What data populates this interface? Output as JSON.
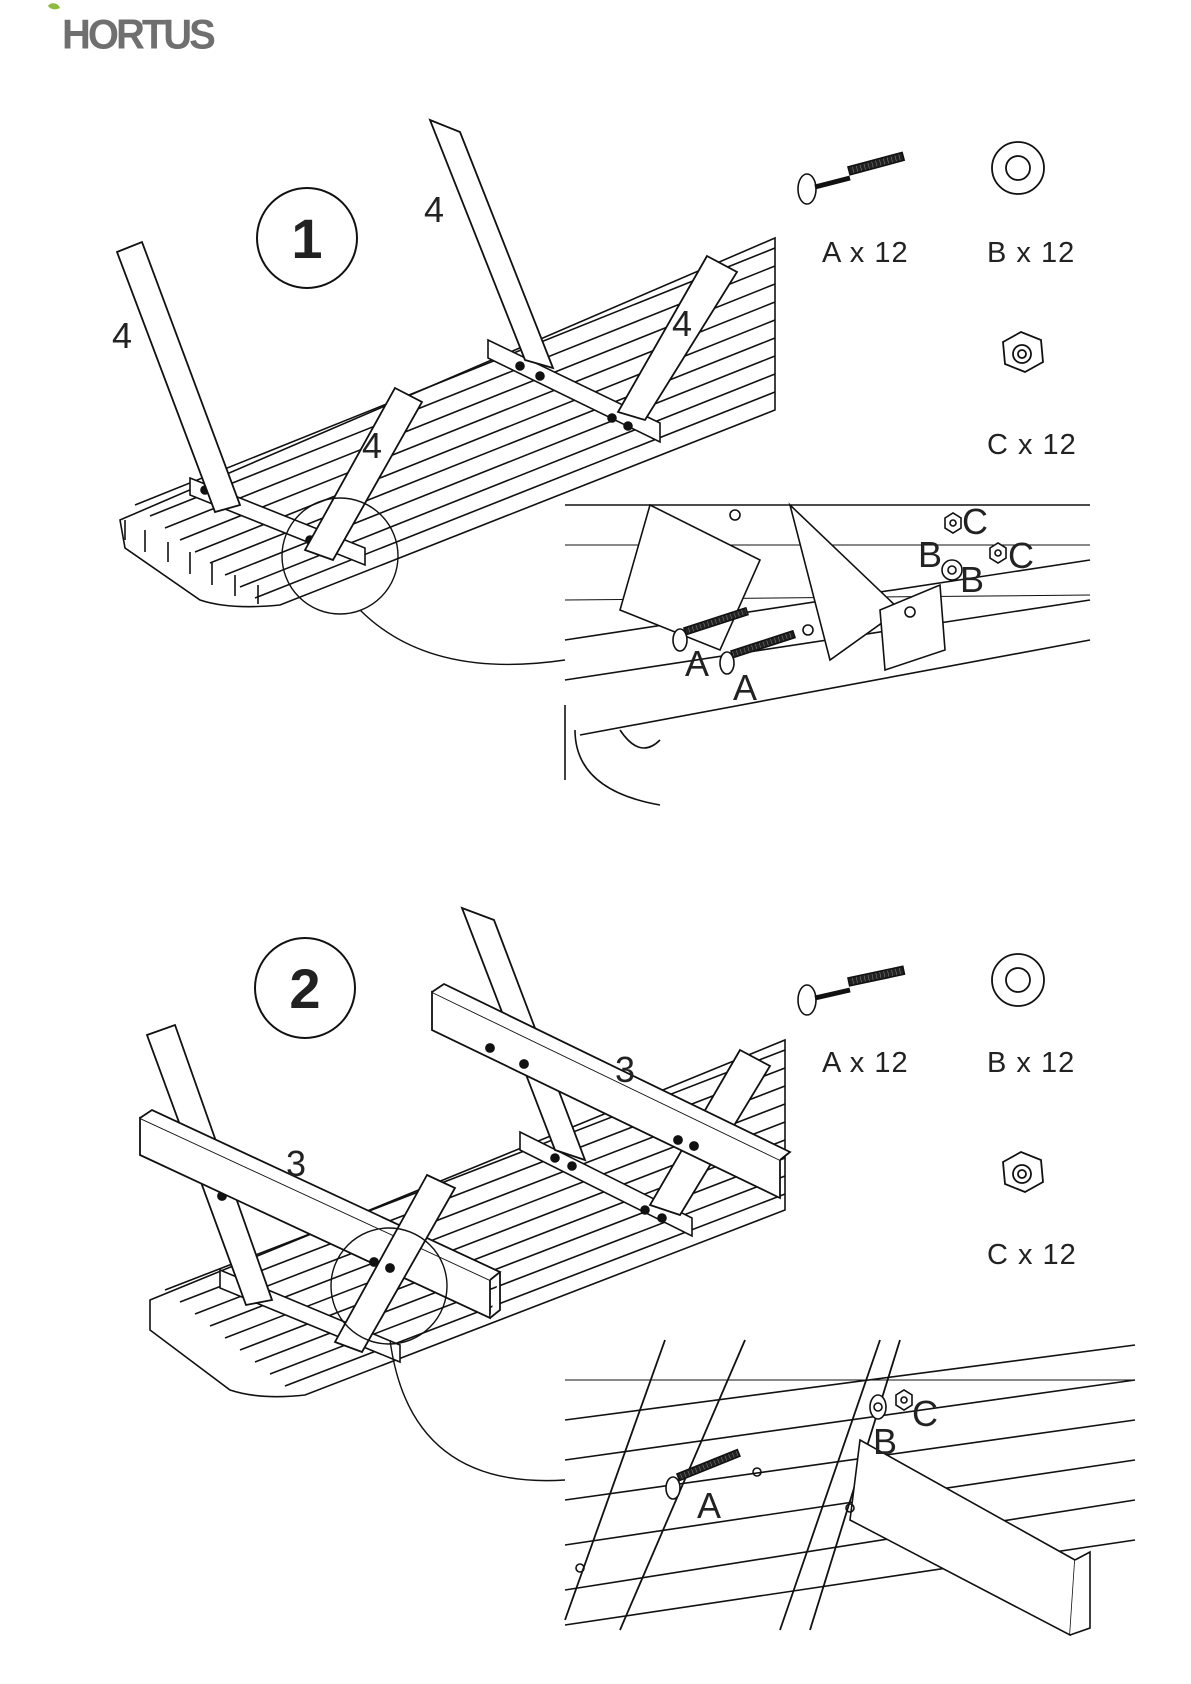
{
  "brand": {
    "name": "HORTUS",
    "leaf_color": "#8dbb3f",
    "text_color": "#6f6f6f"
  },
  "steps": [
    {
      "number": "1",
      "parts": {
        "A": "A x 12",
        "B": "B x 12",
        "C": "C x 12"
      },
      "callouts": [
        "4",
        "4",
        "4",
        "4"
      ],
      "detail_letters": [
        "A",
        "A",
        "B",
        "B",
        "C",
        "C"
      ]
    },
    {
      "number": "2",
      "parts": {
        "A": "A x 12",
        "B": "B x 12",
        "C": "C x 12"
      },
      "callouts": [
        "3",
        "3"
      ],
      "detail_letters": [
        "A",
        "B",
        "C"
      ]
    }
  ],
  "icons": {
    "bolt": "bolt-icon",
    "washer": "washer-icon",
    "nut": "nut-icon"
  }
}
